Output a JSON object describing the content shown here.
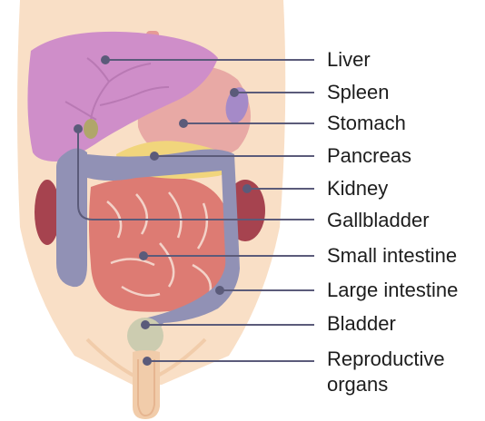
{
  "labels": [
    {
      "id": "liver",
      "text": "Liver"
    },
    {
      "id": "spleen",
      "text": "Spleen"
    },
    {
      "id": "stomach",
      "text": "Stomach"
    },
    {
      "id": "pancreas",
      "text": "Pancreas"
    },
    {
      "id": "kidney",
      "text": "Kidney"
    },
    {
      "id": "gallbladder",
      "text": "Gallbladder"
    },
    {
      "id": "small-intestine",
      "text": "Small intestine"
    },
    {
      "id": "large-intestine",
      "text": "Large intestine"
    },
    {
      "id": "bladder",
      "text": "Bladder"
    },
    {
      "id": "reproductive-organs",
      "lines": [
        "Reproductive",
        "organs"
      ]
    }
  ],
  "colors": {
    "skin": "#f9dfc6",
    "skin_shadow": "#f1ccaa",
    "liver": "#cf8ec9",
    "liver_dark": "#b979b4",
    "stomach": "#e8a9a5",
    "spleen": "#a58ac8",
    "pancreas": "#f1d57c",
    "kidney": "#a6434f",
    "small_intestine": "#dd7b73",
    "large_intestine": "#9191b5",
    "bladder": "#ccccb0",
    "leader_line": "#5b5b7a",
    "text": "#1d1d1d"
  }
}
